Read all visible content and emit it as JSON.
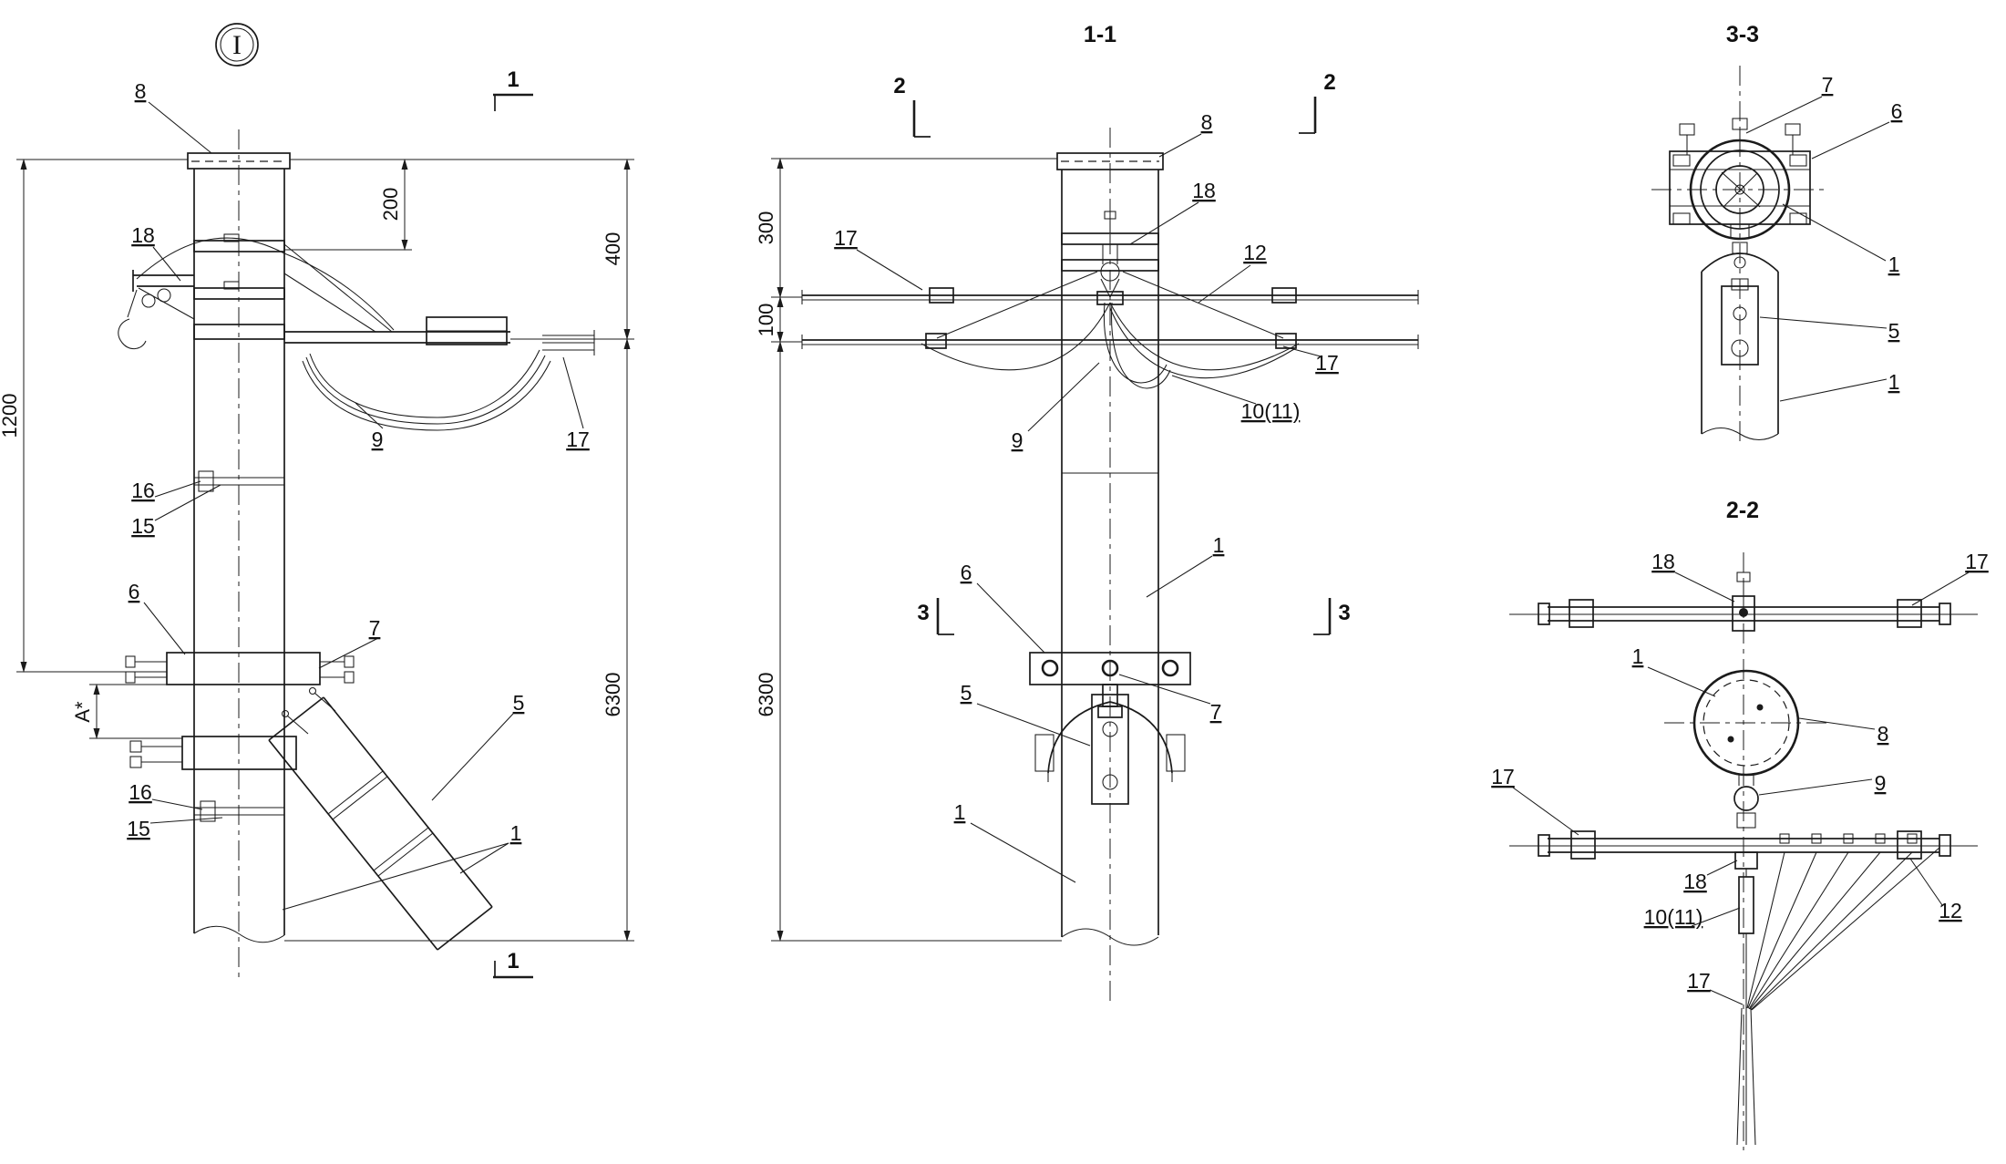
{
  "colors": {
    "ink": "#1b1b1b",
    "background": "#ffffff"
  },
  "detail_marker": "I",
  "main_view": {
    "cut_top": "1",
    "cut_bottom": "1",
    "labels": {
      "p8": "8",
      "p18": "18",
      "p9": "9",
      "p17": "17",
      "p16u": "16",
      "p15u": "15",
      "p6": "6",
      "p7": "7",
      "p5": "5",
      "p16l": "16",
      "p15l": "15",
      "p1": "1"
    },
    "dims": {
      "d200": "200",
      "d400": "400",
      "d1200": "1200",
      "d6300": "6300",
      "dA": "A*"
    }
  },
  "section_1_1": {
    "title": "1-1",
    "cut2_left": "2",
    "cut2_right": "2",
    "cut3_left": "3",
    "cut3_right": "3",
    "labels": {
      "p8": "8",
      "p18": "18",
      "p17l": "17",
      "p12": "12",
      "p17r": "17",
      "p10_11": "10(11)",
      "p9": "9",
      "p1u": "1",
      "p6": "6",
      "p5": "5",
      "p7": "7",
      "p1l": "1"
    },
    "dims": {
      "d300": "300",
      "d100": "100",
      "d6300": "6300"
    }
  },
  "section_3_3": {
    "title": "3-3",
    "labels": {
      "p7": "7",
      "p6": "6",
      "p1u": "1",
      "p5": "5",
      "p1l": "1"
    }
  },
  "section_2_2": {
    "title": "2-2",
    "labels": {
      "p18t": "18",
      "p17tr": "17",
      "p1": "1",
      "p8": "8",
      "p17l": "17",
      "p9": "9",
      "p18b": "18",
      "p10_11": "10(11)",
      "p12": "12",
      "p17b": "17"
    }
  }
}
